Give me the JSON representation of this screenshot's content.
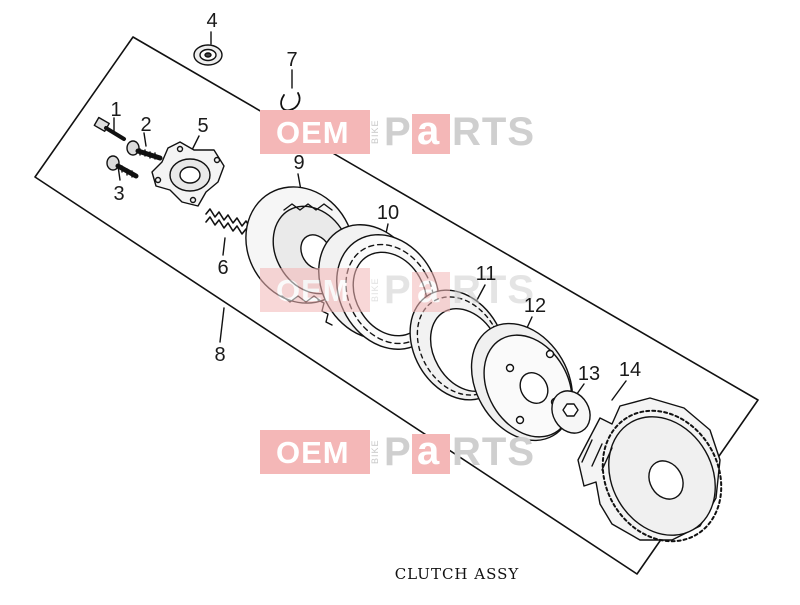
{
  "diagram": {
    "caption": "CLUTCH ASSY",
    "callouts": [
      {
        "id": "1",
        "label": "1"
      },
      {
        "id": "2",
        "label": "2"
      },
      {
        "id": "3",
        "label": "3"
      },
      {
        "id": "4",
        "label": "4"
      },
      {
        "id": "5",
        "label": "5"
      },
      {
        "id": "6",
        "label": "6"
      },
      {
        "id": "7",
        "label": "7"
      },
      {
        "id": "8",
        "label": "8"
      },
      {
        "id": "9",
        "label": "9"
      },
      {
        "id": "10",
        "label": "10"
      },
      {
        "id": "11",
        "label": "11"
      },
      {
        "id": "12",
        "label": "12"
      },
      {
        "id": "13",
        "label": "13"
      },
      {
        "id": "14",
        "label": "14"
      }
    ]
  },
  "watermark": {
    "oem": "OEM",
    "bike": "BIKE",
    "p": "P",
    "a": "a",
    "rts": "RTS",
    "colors": {
      "pink": "#f4b7b7",
      "grey": "#cfcfcf"
    }
  }
}
